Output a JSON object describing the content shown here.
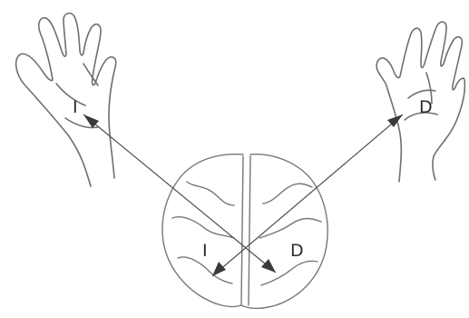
{
  "labels": {
    "left_hand": "I",
    "right_hand": "D",
    "left_hemisphere": "I",
    "right_hemisphere": "D"
  },
  "colors": {
    "line": "#4e4e4e",
    "sketch": "#777777",
    "background": "#ffffff"
  }
}
